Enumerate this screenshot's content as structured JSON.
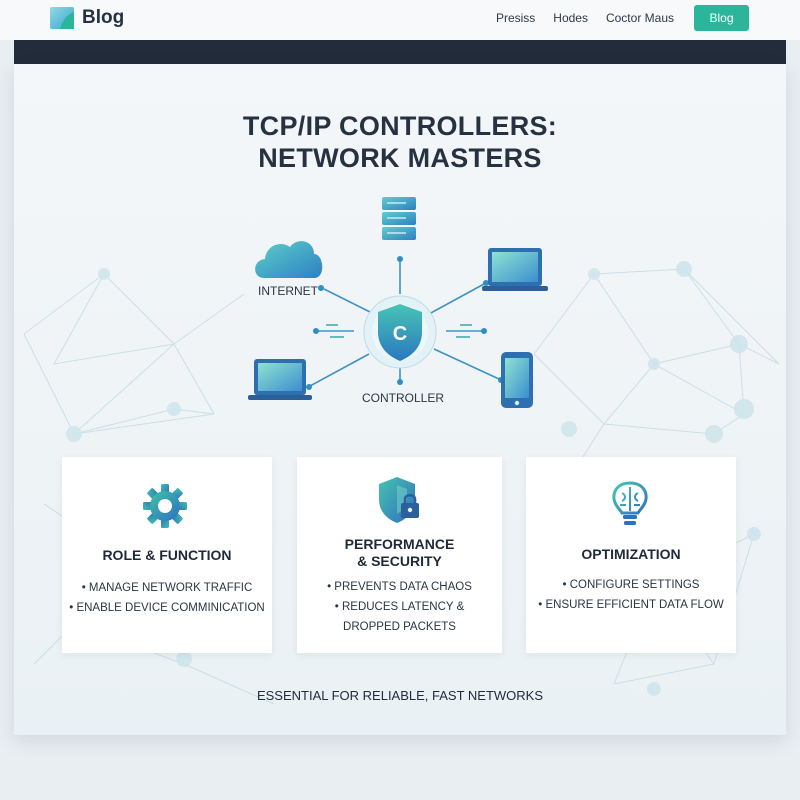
{
  "nav": {
    "brand": "Blog",
    "links": [
      "Presiss",
      "Hodes",
      "Coctor Maus"
    ],
    "cta": "Blog"
  },
  "hero": {
    "title_line1": "TCP/IP CONTROLLERS:",
    "title_line2": "NETWORK MASTERS"
  },
  "diagram": {
    "internet_label": "INTERNET",
    "controller_label": "CONTROLLER",
    "controller_letter": "C",
    "nodes": [
      "cloud-icon",
      "server-icon",
      "laptop-icon",
      "laptop-icon",
      "phone-icon"
    ]
  },
  "features": [
    {
      "icon": "gear-icon",
      "heading": "ROLE & FUNCTION",
      "items": [
        "• MANAGE NETWORK TRAFFIC",
        "• ENABLE DEVICE COMMINICATION"
      ]
    },
    {
      "icon": "shield-lock-icon",
      "heading_line1": "PERFORMANCE",
      "heading_line2": "& SECURITY",
      "items": [
        "• PREVENTS DATA CHAOS",
        "• REDUCES LATENCY &",
        "DROPPED PACKETS"
      ]
    },
    {
      "icon": "brain-bulb-icon",
      "heading": "OPTIMIZATION",
      "items": [
        "• CONFIGURE SETTINGS",
        "• ENSURE EFFICIENT DATA FLOW"
      ]
    }
  ],
  "footer": {
    "tagline": "ESSENTIAL FOR RELIABLE, FAST NETWORKS"
  },
  "colors": {
    "accent": "#2bb59a",
    "dark_bar": "#222c3a",
    "icon_blue": "#2f7fc4",
    "icon_teal": "#38c1a6"
  }
}
